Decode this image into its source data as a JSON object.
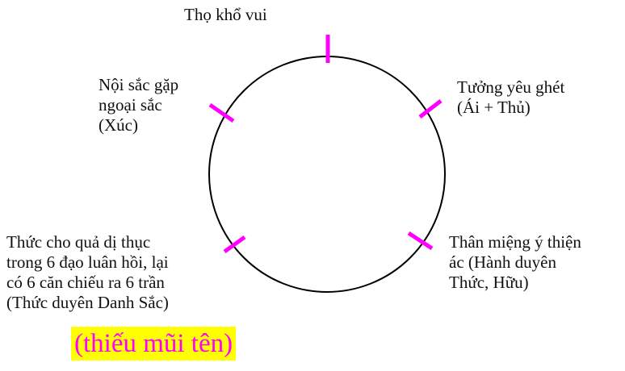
{
  "diagram": {
    "labels": {
      "top": "Thọ khổ vui",
      "upper_left": "Nội sắc gặp\nngoại sắc\n (Xúc)",
      "upper_right": "Tưởng yêu ghét\n(Ái + Thủ)",
      "lower_left": "Thức cho quả dị thục\ntrong 6 đạo luân hồi, lại\ncó 6 căn chiếu ra 6 trần\n(Thức duyên Danh Sắc)",
      "lower_right": "Thân miệng ý thiện\nác (Hành duyên\nThức, Hữu)"
    },
    "note": "(thiếu mũi tên)"
  },
  "colors": {
    "circle": "#000000",
    "ticks": "#ff00ff",
    "note_text": "#ff00ff",
    "note_background": "#ffff00"
  }
}
